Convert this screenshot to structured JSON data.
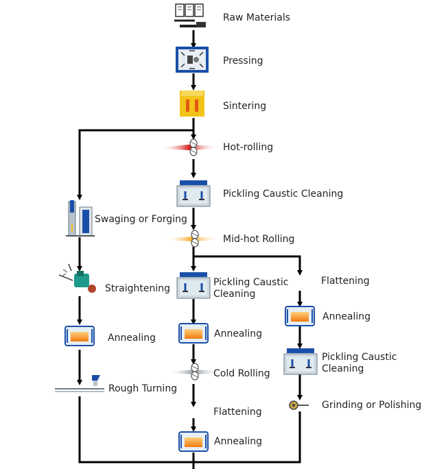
{
  "colors": {
    "line": "#000000",
    "label": "#222222",
    "frame_blue": "#1a4fa8",
    "heat_orange": "#f08a1c",
    "sinter_yellow": "#f2c318",
    "metal_gray": "#b7c3cc",
    "roll_red": "#d42020"
  },
  "center_column": {
    "steps": [
      {
        "label": "Raw Materials",
        "icon": "raw-materials-icon"
      },
      {
        "label": "Pressing",
        "icon": "press-icon"
      },
      {
        "label": "Sintering",
        "icon": "sintering-furnace-icon"
      },
      {
        "label": "Hot-rolling",
        "icon": "hot-rolling-icon"
      },
      {
        "label": "Pickling Caustic Cleaning",
        "icon": "cleaning-tank-icon"
      },
      {
        "label": "Mid-hot Rolling",
        "icon": "mid-hot-rolling-icon"
      }
    ],
    "branch_steps": [
      {
        "label_lines": [
          "Pickling Caustic",
          "Cleaning"
        ],
        "icon": "cleaning-tank-icon"
      },
      {
        "label": "Annealing",
        "icon": "annealing-furnace-icon"
      },
      {
        "label": "Cold Rolling",
        "icon": "cold-rolling-icon"
      },
      {
        "label": "Flattening",
        "icon": "none"
      },
      {
        "label": "Annealing",
        "icon": "annealing-furnace-icon"
      }
    ]
  },
  "left_column": {
    "steps": [
      {
        "label": "Swaging or Forging",
        "icon": "swaging-machine-icon"
      },
      {
        "label": "Straightening",
        "icon": "straightening-machine-icon"
      },
      {
        "label": "Annealing",
        "icon": "annealing-furnace-icon"
      },
      {
        "label": "Rough Turning",
        "icon": "lathe-tool-icon"
      }
    ]
  },
  "right_column": {
    "steps": [
      {
        "label": "Flattening",
        "icon": "none"
      },
      {
        "label": "Annealing",
        "icon": "annealing-furnace-icon"
      },
      {
        "label_lines": [
          "Pickling Caustic",
          "Cleaning"
        ],
        "icon": "cleaning-tank-icon"
      },
      {
        "label": "Grinding or Polishing",
        "icon": "grinding-wheel-icon"
      }
    ]
  }
}
